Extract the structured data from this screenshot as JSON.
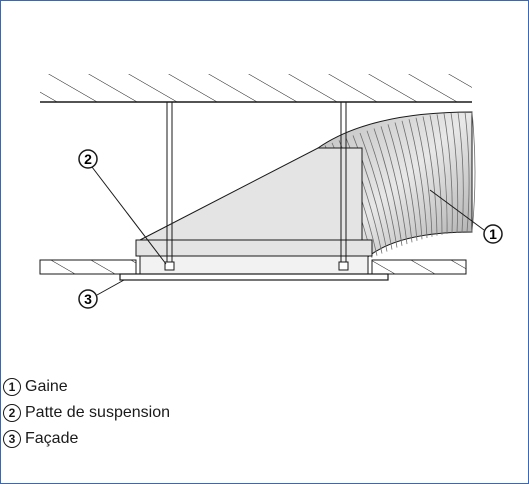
{
  "callouts": [
    {
      "number": "1",
      "label": "Gaine"
    },
    {
      "number": "2",
      "label": "Patte de suspension"
    },
    {
      "number": "3",
      "label": "Façade"
    }
  ],
  "colors": {
    "frame_border": "#3a68b8",
    "line": "#1a1a1a",
    "unit_fill": "#e4e4e4",
    "duct_fill": "#c8c8c8"
  }
}
